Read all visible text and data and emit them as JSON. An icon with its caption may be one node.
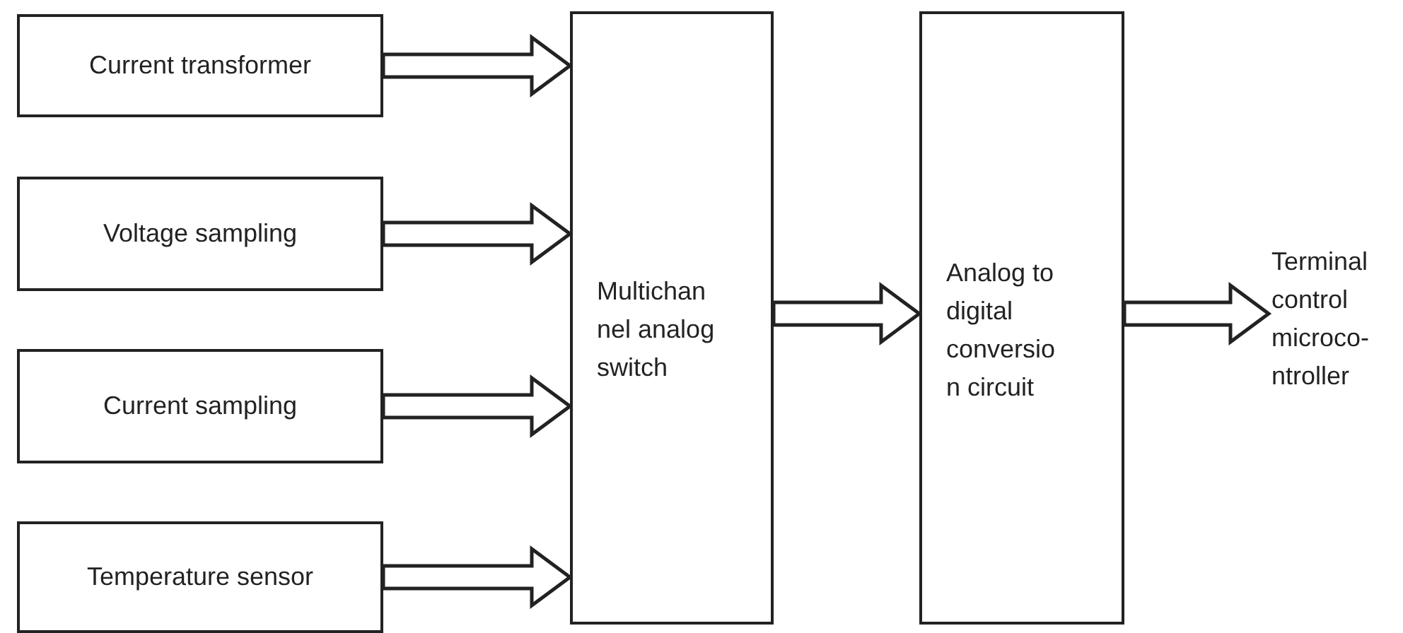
{
  "diagram": {
    "nodes": [
      {
        "text": [
          "Current transformer"
        ]
      },
      {
        "text": [
          "Voltage sampling"
        ]
      },
      {
        "text": [
          "Current sampling"
        ]
      },
      {
        "text": [
          "Temperature sensor"
        ]
      },
      {
        "text": [
          "Multichan nel analog switch"
        ]
      },
      {
        "text": [
          "Analog to digital conversio n circuit"
        ]
      },
      {
        "text": [
          "Terminal control microco- ntroller"
        ]
      }
    ],
    "edges": [
      {
        "from": 0,
        "to": 4,
        "arrow": "to"
      },
      {
        "from": 1,
        "to": 4,
        "arrow": "to"
      },
      {
        "from": 2,
        "to": 4,
        "arrow": "to"
      },
      {
        "from": 3,
        "to": 4,
        "arrow": "to"
      },
      {
        "from": 4,
        "to": 5,
        "arrow": "to"
      },
      {
        "from": 5,
        "to": 6,
        "arrow": "to"
      }
    ]
  }
}
